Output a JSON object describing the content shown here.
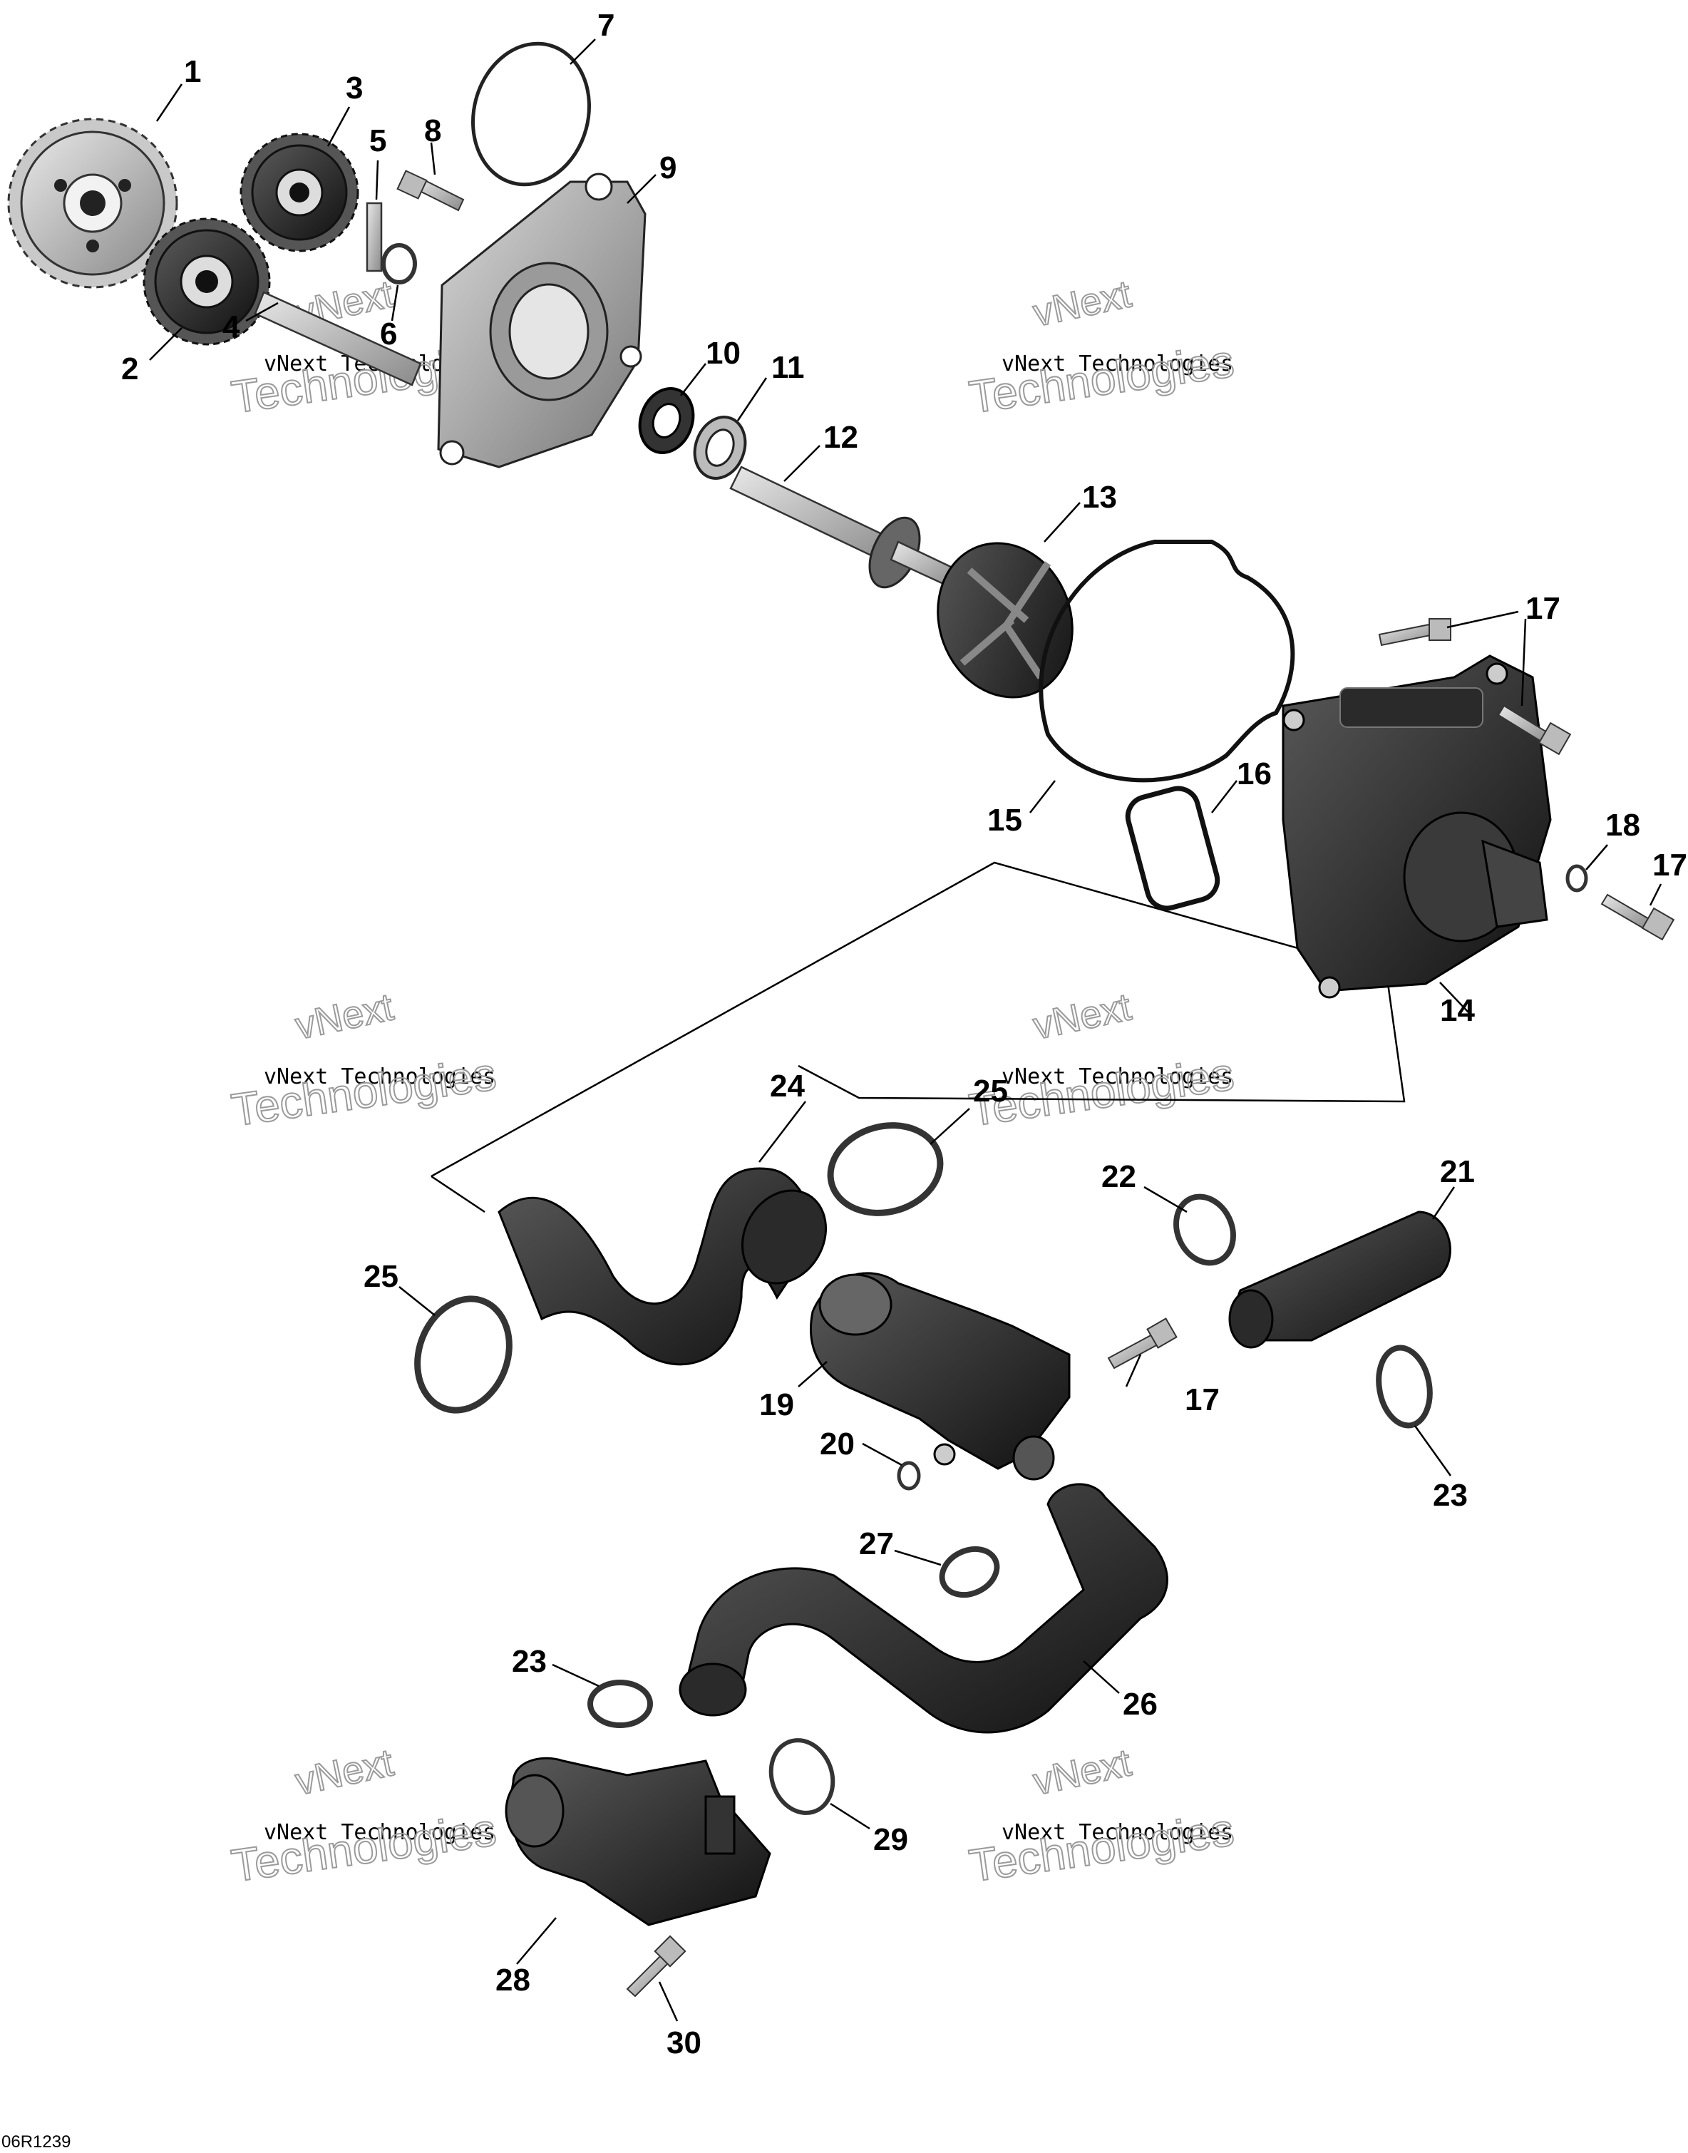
{
  "diagram": {
    "drawing_code": "06R1239",
    "watermark": {
      "line_top": "vNext",
      "line_mid": "vNext Technologies",
      "line_bottom": "Technologies"
    },
    "callouts": [
      {
        "id": "c1",
        "label": "1"
      },
      {
        "id": "c2",
        "label": "2"
      },
      {
        "id": "c3",
        "label": "3"
      },
      {
        "id": "c4",
        "label": "4"
      },
      {
        "id": "c5",
        "label": "5"
      },
      {
        "id": "c6",
        "label": "6"
      },
      {
        "id": "c7",
        "label": "7"
      },
      {
        "id": "c8",
        "label": "8"
      },
      {
        "id": "c9",
        "label": "9"
      },
      {
        "id": "c10",
        "label": "10"
      },
      {
        "id": "c11",
        "label": "11"
      },
      {
        "id": "c12",
        "label": "12"
      },
      {
        "id": "c13",
        "label": "13"
      },
      {
        "id": "c14",
        "label": "14"
      },
      {
        "id": "c15",
        "label": "15"
      },
      {
        "id": "c16",
        "label": "16"
      },
      {
        "id": "c17a",
        "label": "17"
      },
      {
        "id": "c17b",
        "label": "17"
      },
      {
        "id": "c17c",
        "label": "17"
      },
      {
        "id": "c18",
        "label": "18"
      },
      {
        "id": "c19",
        "label": "19"
      },
      {
        "id": "c20",
        "label": "20"
      },
      {
        "id": "c21",
        "label": "21"
      },
      {
        "id": "c22",
        "label": "22"
      },
      {
        "id": "c23a",
        "label": "23"
      },
      {
        "id": "c23b",
        "label": "23"
      },
      {
        "id": "c24",
        "label": "24"
      },
      {
        "id": "c25a",
        "label": "25"
      },
      {
        "id": "c25b",
        "label": "25"
      },
      {
        "id": "c26",
        "label": "26"
      },
      {
        "id": "c27",
        "label": "27"
      },
      {
        "id": "c28",
        "label": "28"
      },
      {
        "id": "c29",
        "label": "29"
      },
      {
        "id": "c30",
        "label": "30"
      }
    ]
  }
}
